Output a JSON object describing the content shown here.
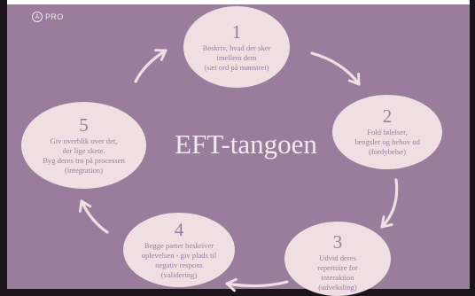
{
  "logo": {
    "mark": "A",
    "text": "PRO"
  },
  "title": "EFT-tangoen",
  "steps": [
    {
      "number": "1",
      "text": "Beskriv, hvad der sker\nimellem dem\n(sæt ord på mønstret)"
    },
    {
      "number": "2",
      "text": "Fold følelser,\nlængsler og behov ud\n(fordybelse)"
    },
    {
      "number": "3",
      "text": "Udvid deres\nrepertoire for\ninteraktion\n(udveksling)"
    },
    {
      "number": "4",
      "text": "Begge parter beskriver\noplevelsen - giv plads til\nnegativ respons\n(validering)"
    },
    {
      "number": "5",
      "text": "Giv overblik over det,\nder lige skete.\nByg deres tro på processen\n(integration)"
    }
  ],
  "colors": {
    "background": "#9a7c9c",
    "circle": "#f0dfe2",
    "text_on_circle": "#9a7c9c",
    "title": "#f3e8ec"
  }
}
